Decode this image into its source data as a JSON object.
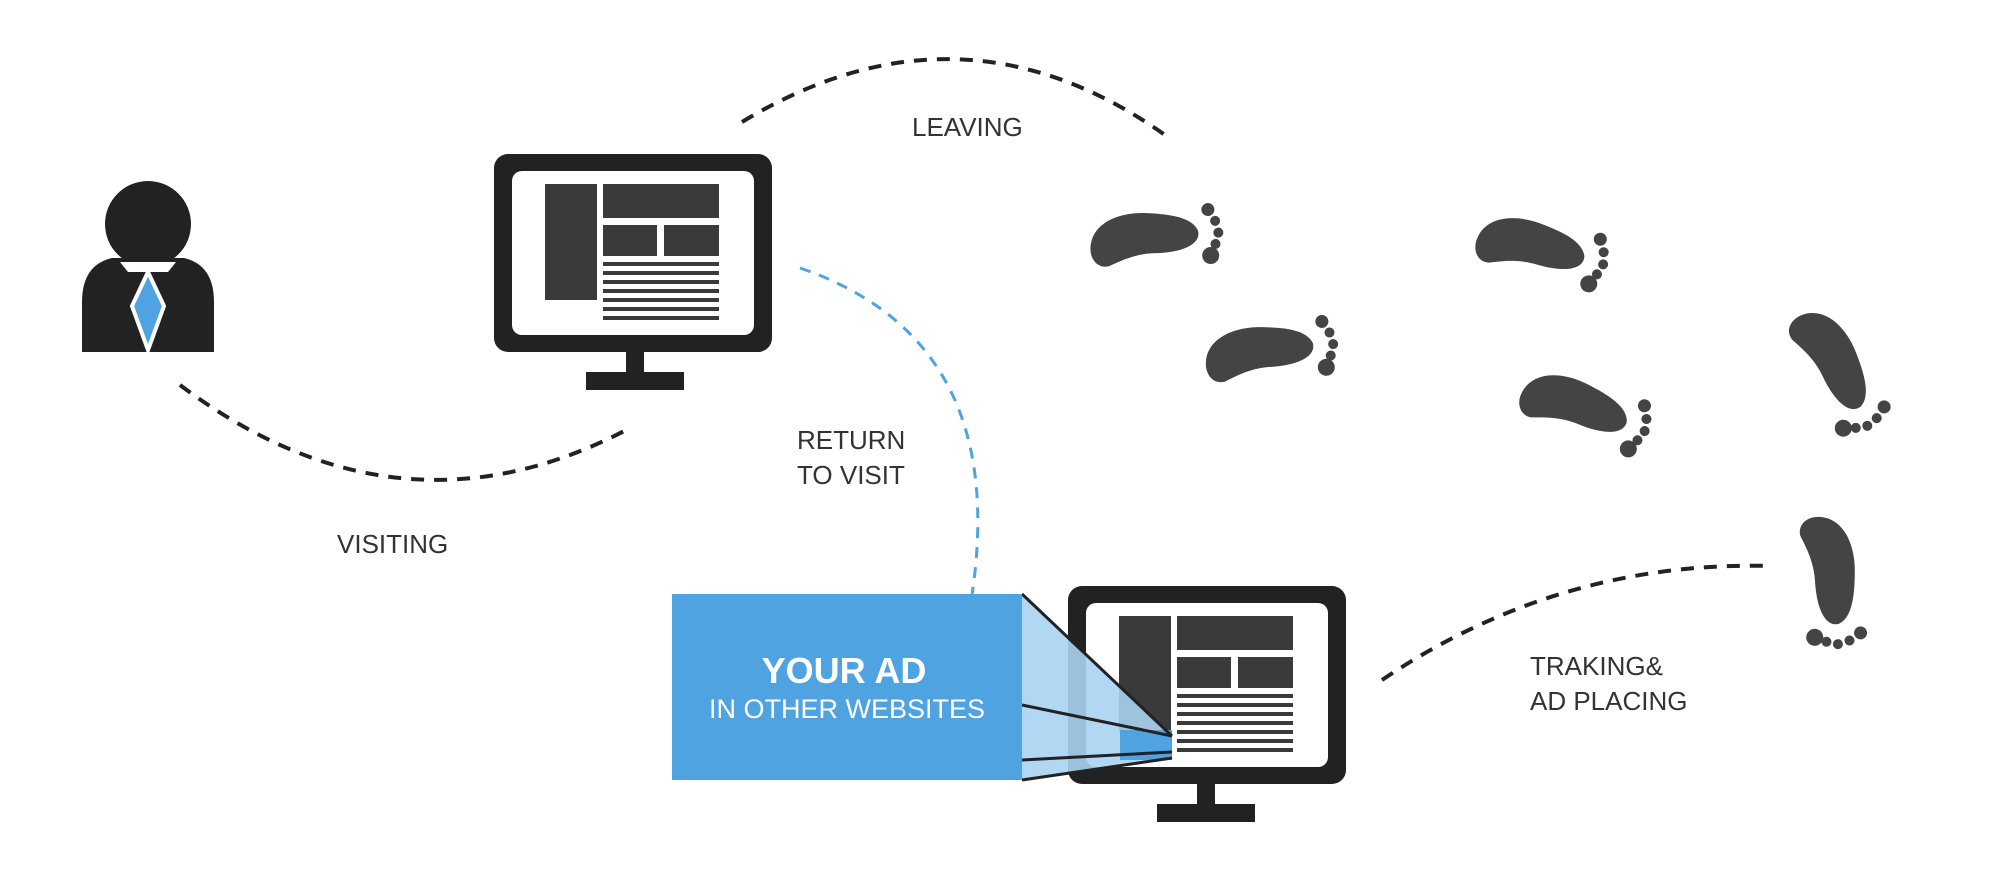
{
  "labels": {
    "leaving": "LEAVING",
    "visiting": "VISITING",
    "return_line1": "RETURN",
    "return_line2": "TO VISIT",
    "tracking_line1": "TRAKING&",
    "tracking_line2": "AD PLACING"
  },
  "ad_box": {
    "title": "YOUR AD",
    "subtitle": "IN OTHER WEBSITES"
  },
  "icons": {
    "user": "user-icon",
    "monitor_top": "monitor-icon",
    "monitor_bottom": "monitor-icon",
    "footprints": "footprint-icon"
  },
  "colors": {
    "dark": "#222222",
    "panel": "#3a3a3a",
    "accent_blue": "#4fa3e0",
    "light_blue": "#a9d3f2",
    "text": "#333333"
  }
}
